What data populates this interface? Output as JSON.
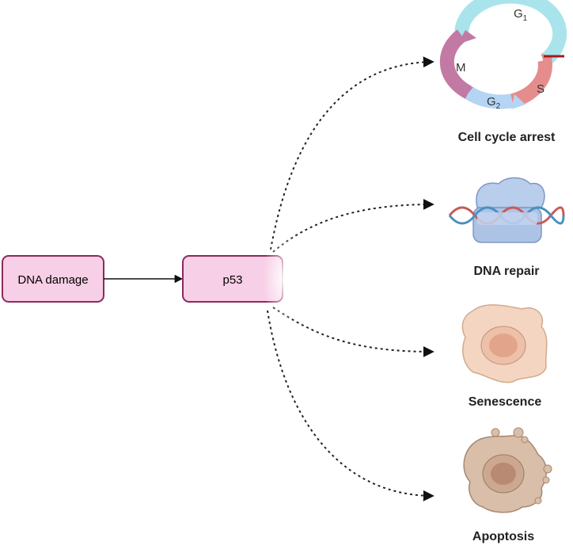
{
  "nodes": {
    "dna_damage": "DNA damage",
    "p53": "p53"
  },
  "outcomes": {
    "cell_cycle_arrest": "Cell cycle arrest",
    "dna_repair": "DNA repair",
    "senescence": "Senescence",
    "apoptosis": "Apoptosis"
  },
  "cell_cycle": {
    "g1": "G",
    "g1_sub": "1",
    "s": "S",
    "g2": "G",
    "g2_sub": "2",
    "m": "M"
  },
  "colors": {
    "node_fill": "#f7cfe6",
    "node_border": "#8b2a5c",
    "g1": "#a9e4ec",
    "s": "#e58c8c",
    "g2": "#b4d5f3",
    "m": "#c27aa4",
    "checkpoint": "#a31a1a"
  }
}
